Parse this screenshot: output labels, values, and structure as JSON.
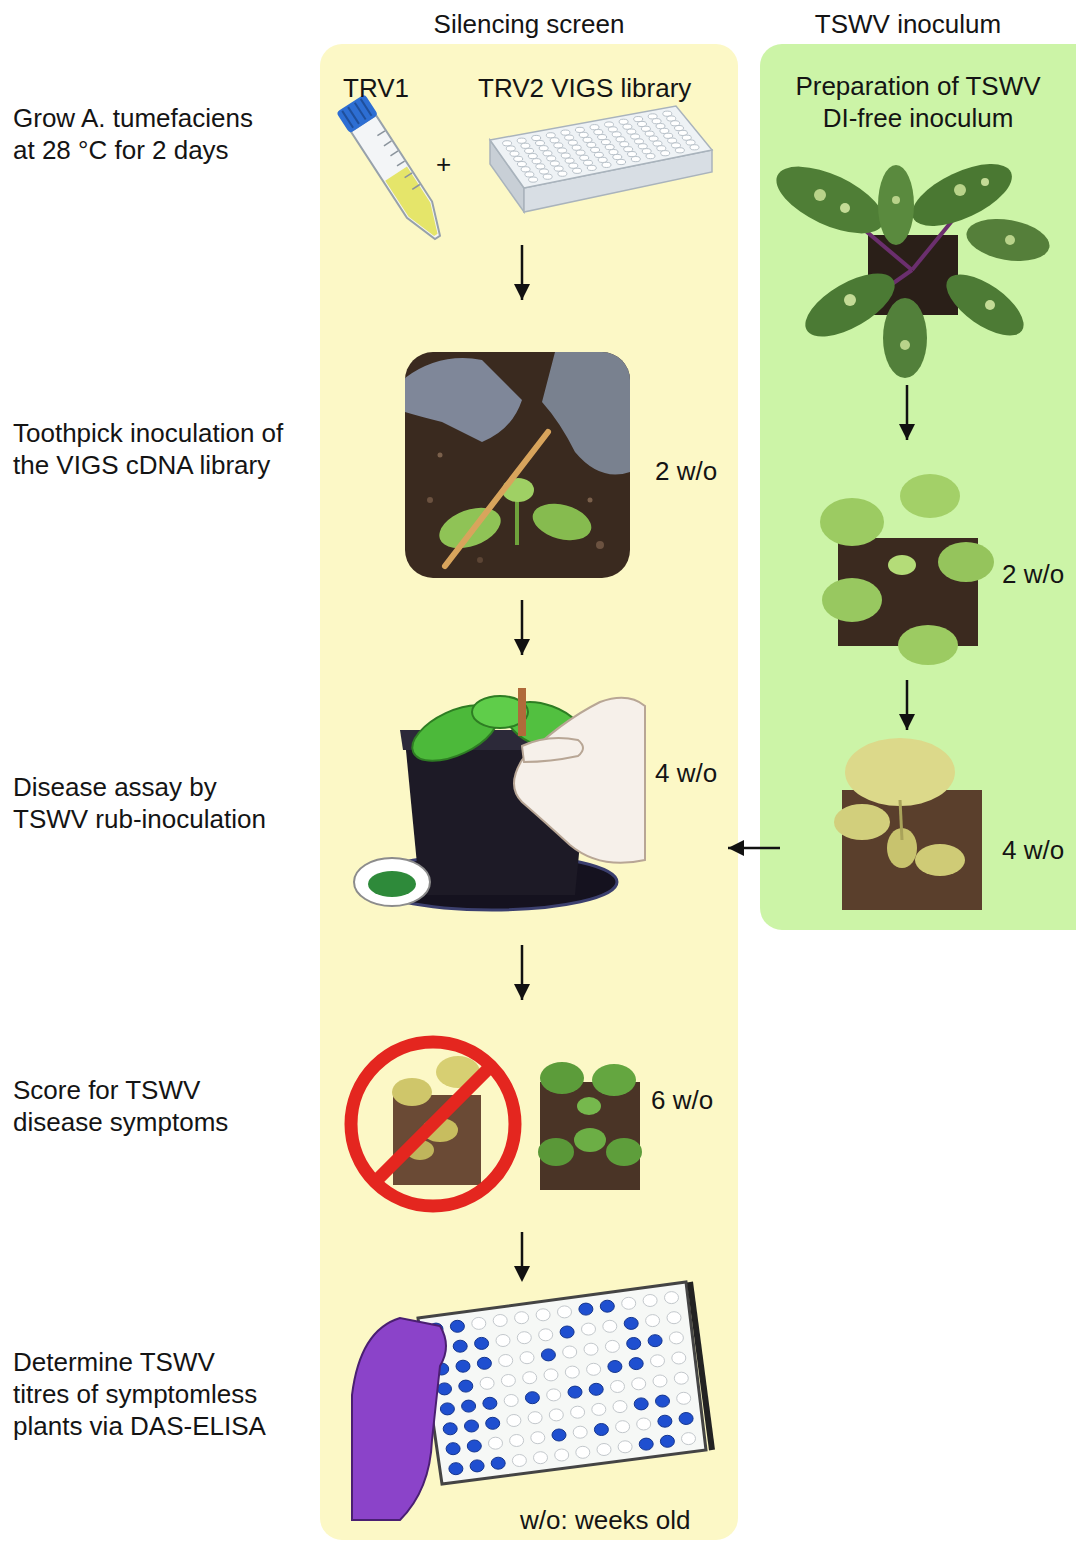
{
  "diagram": {
    "nodes": [
      {
        "text": [
          "Silencing screen"
        ]
      },
      {
        "text": [
          "TRV1",
          "+",
          "TRV2 VIGS library"
        ],
        "in": 0
      },
      {
        "text": [
          "2 w/o"
        ],
        "in": 0
      },
      {
        "text": [
          "4 w/o"
        ],
        "in": 0
      },
      {
        "text": [
          "6 w/o"
        ],
        "in": 0
      },
      {
        "text": [
          "TSWV inoculum"
        ]
      },
      {
        "text": [
          "Preparation of TSWV DI-free inoculum"
        ],
        "in": 5
      },
      {
        "text": [
          "2 w/o"
        ],
        "in": 5
      },
      {
        "text": [
          "4 w/o"
        ],
        "in": 5
      }
    ],
    "edges": [
      {
        "from": 1,
        "to": 2,
        "arrow": "to"
      },
      {
        "from": 2,
        "to": 3,
        "arrow": "to"
      },
      {
        "from": 3,
        "to": 4,
        "arrow": "to"
      },
      {
        "from": 6,
        "to": 7,
        "arrow": "to"
      },
      {
        "from": 7,
        "to": 8,
        "arrow": "to"
      },
      {
        "from": 8,
        "to": 3,
        "arrow": "to"
      }
    ],
    "labels": [
      "Grow A. tumefaciens at 28 °C for 2 days",
      "Toothpick inoculation of the VIGS cDNA library",
      "Disease assay by TSWV rub-inoculation",
      "Score for TSWV disease symptoms",
      "Determine TSWV titres of symptomless plants via DAS-ELISA",
      "w/o: weeks old"
    ]
  }
}
